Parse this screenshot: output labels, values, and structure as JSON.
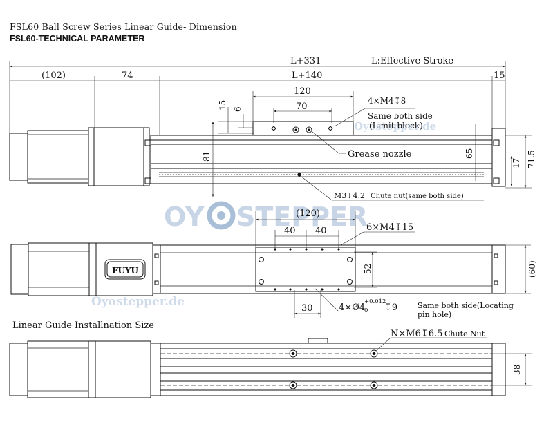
{
  "header": {
    "title": "FSL60 Ball Screw Series Linear Guide- Dimension",
    "subtitle": "FSL60-TECHNICAL PARAMETER"
  },
  "top_view": {
    "overall": "L+331",
    "stroke": "L:Effective Stroke",
    "motor_len": "(102)",
    "coupling_len": "74",
    "body_len": "L+140",
    "end_len": "15",
    "block_len": "120",
    "hole_spacing": "70",
    "dim_15": "15",
    "dim_6": "6",
    "dim_81": "81",
    "dim_65": "65",
    "dim_17": "17",
    "dim_71_5": "71.5",
    "holes": "4×M4↧8",
    "holes_note_1": "Same both side",
    "holes_note_2": "(Limit block)",
    "grease": "Grease nozzle",
    "chute_m3": "M3↧4.2",
    "chute_note": "Chute nut(same both side)"
  },
  "plan_view": {
    "carriage_width": "(120)",
    "spacing_a": "40",
    "spacing_b": "40",
    "holes": "6×M4↧15",
    "dim_52": "52",
    "dim_60": "(60)",
    "dim_30": "30",
    "pin_main": "4×Ø4",
    "pin_tol_up": "+0.012",
    "pin_tol_down": "0",
    "pin_depth": "↧9",
    "pin_note_1": "Same both side(Locating",
    "pin_note_2": "pin hole)",
    "brand": "FUYU"
  },
  "install": {
    "heading": "Linear Guide Installnation Size",
    "nut": "N×M6↧6.5",
    "nut_note": "Chute Nut",
    "dim_38": "38"
  },
  "watermarks": {
    "logo_left": "OY",
    "logo_right": "STEPPER",
    "site_top": "Oyostepper.de",
    "site_mid": "Oyostepper.de"
  },
  "colors": {
    "ink": "#111111",
    "watermark": "#c7d5e6",
    "gear": "#a9bfd8"
  }
}
